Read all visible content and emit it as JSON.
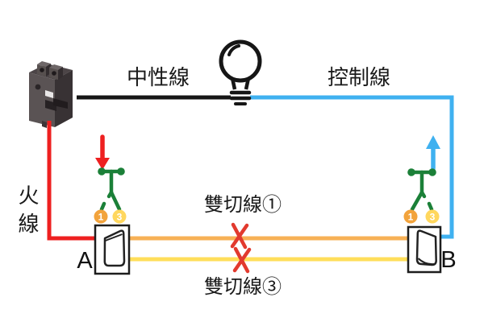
{
  "diagram": {
    "labels": {
      "neutral": "中性線",
      "control": "控制線",
      "live": "火線",
      "traveler1": "雙切線①",
      "traveler3": "雙切線③",
      "switch_a": "A",
      "switch_b": "B"
    },
    "terminals": {
      "a1": "1",
      "a3": "3",
      "b1": "1",
      "b3": "3"
    },
    "colors": {
      "neutral_wire": "#161616",
      "control_wire": "#3fb1f0",
      "live_wire": "#ee2020",
      "traveler1_wire": "#f7b156",
      "traveler3_wire": "#ffde5a",
      "switch_contact": "#1b8038",
      "terminal1_badge": "#f2a33c",
      "terminal3_badge": "#ffd75e",
      "cross_mark": "#e23a2e"
    }
  }
}
